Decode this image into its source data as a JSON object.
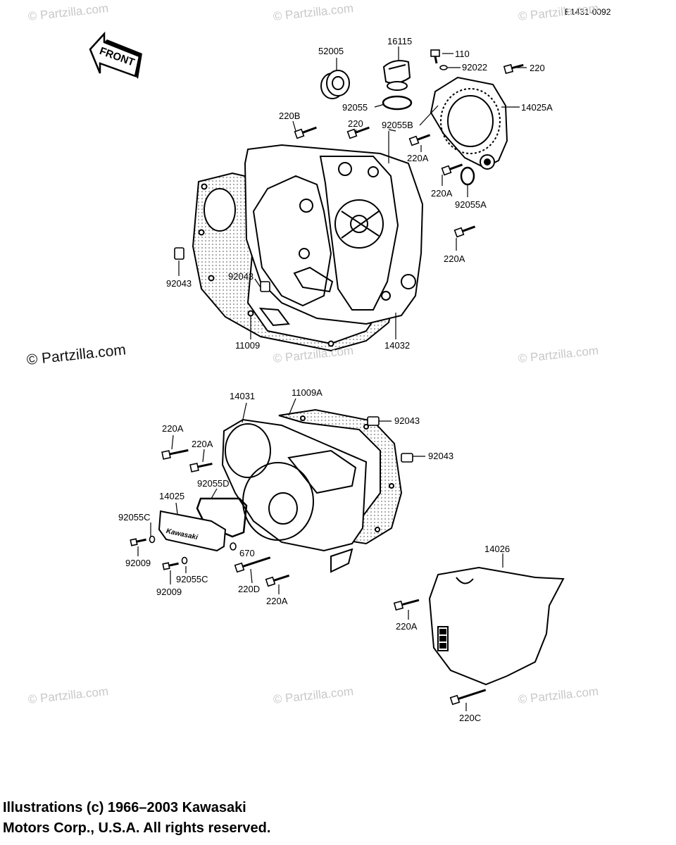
{
  "diagram_id": "E1431-0092",
  "front_label": "FRONT",
  "watermark": "© Partzilla.com",
  "copyright_line1": "Illustrations (c) 1966–2003 Kawasaki",
  "copyright_line2": "Motors Corp., U.S.A.  All rights reserved.",
  "logo_text": "Kawasaki",
  "labels": {
    "p52005": "52005",
    "p16115": "16115",
    "p110": "110",
    "p92022": "92022",
    "p220_top": "220",
    "p14025A": "14025A",
    "p220B": "220B",
    "p220_mid": "220",
    "p92055": "92055",
    "p92055B": "92055B",
    "p220A_1": "220A",
    "p220A_2": "220A",
    "p92055A": "92055A",
    "p220A_3": "220A",
    "p92043_left": "92043",
    "p92043_mid": "92043",
    "p11009": "11009",
    "p14032": "14032",
    "p14031": "14031",
    "p11009A": "11009A",
    "p92043_r1": "92043",
    "p92043_r2": "92043",
    "p220A_4": "220A",
    "p220A_5": "220A",
    "p92055D": "92055D",
    "p14025": "14025",
    "p92055C_1": "92055C",
    "p670": "670",
    "p92009_1": "92009",
    "p92055C_2": "92055C",
    "p92009_2": "92009",
    "p220D": "220D",
    "p220A_6": "220A",
    "p14026": "14026",
    "p220A_7": "220A",
    "p220C": "220C"
  }
}
